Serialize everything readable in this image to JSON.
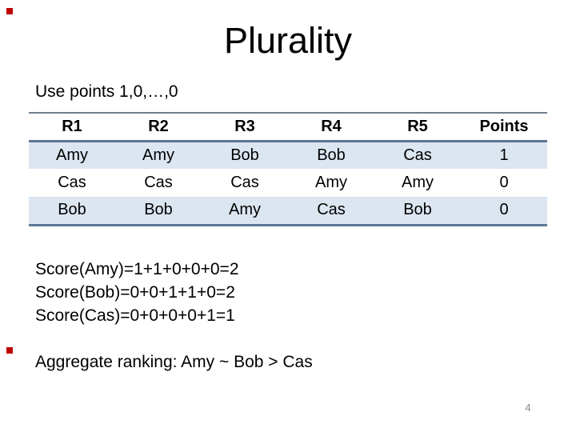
{
  "slide": {
    "title": "Plurality",
    "subtitle": "Use points 1,0,…,0",
    "page_number": "4"
  },
  "table": {
    "headers": [
      "R1",
      "R2",
      "R3",
      "R4",
      "R5",
      "Points"
    ],
    "rows": [
      [
        "Amy",
        "Amy",
        "Bob",
        "Bob",
        "Cas",
        "1"
      ],
      [
        "Cas",
        "Cas",
        "Cas",
        "Amy",
        "Amy",
        "0"
      ],
      [
        "Bob",
        "Bob",
        "Amy",
        "Cas",
        "Bob",
        "0"
      ]
    ]
  },
  "scores": {
    "amy": "Score(Amy)=1+1+0+0+0=2",
    "bob": "Score(Bob)=0+0+1+1+0=2",
    "cas": "Score(Cas)=0+0+0+0+1=1"
  },
  "aggregate": {
    "label": "Aggregate ranking: Amy ~ Bob > Cas"
  },
  "colors": {
    "row_highlight": "#dce6f1",
    "table_border_heavy": "#5a7894",
    "table_border_top": "#6d7f8d",
    "corner_marker_red": "#c00000",
    "page_number_gray": "#898989"
  }
}
